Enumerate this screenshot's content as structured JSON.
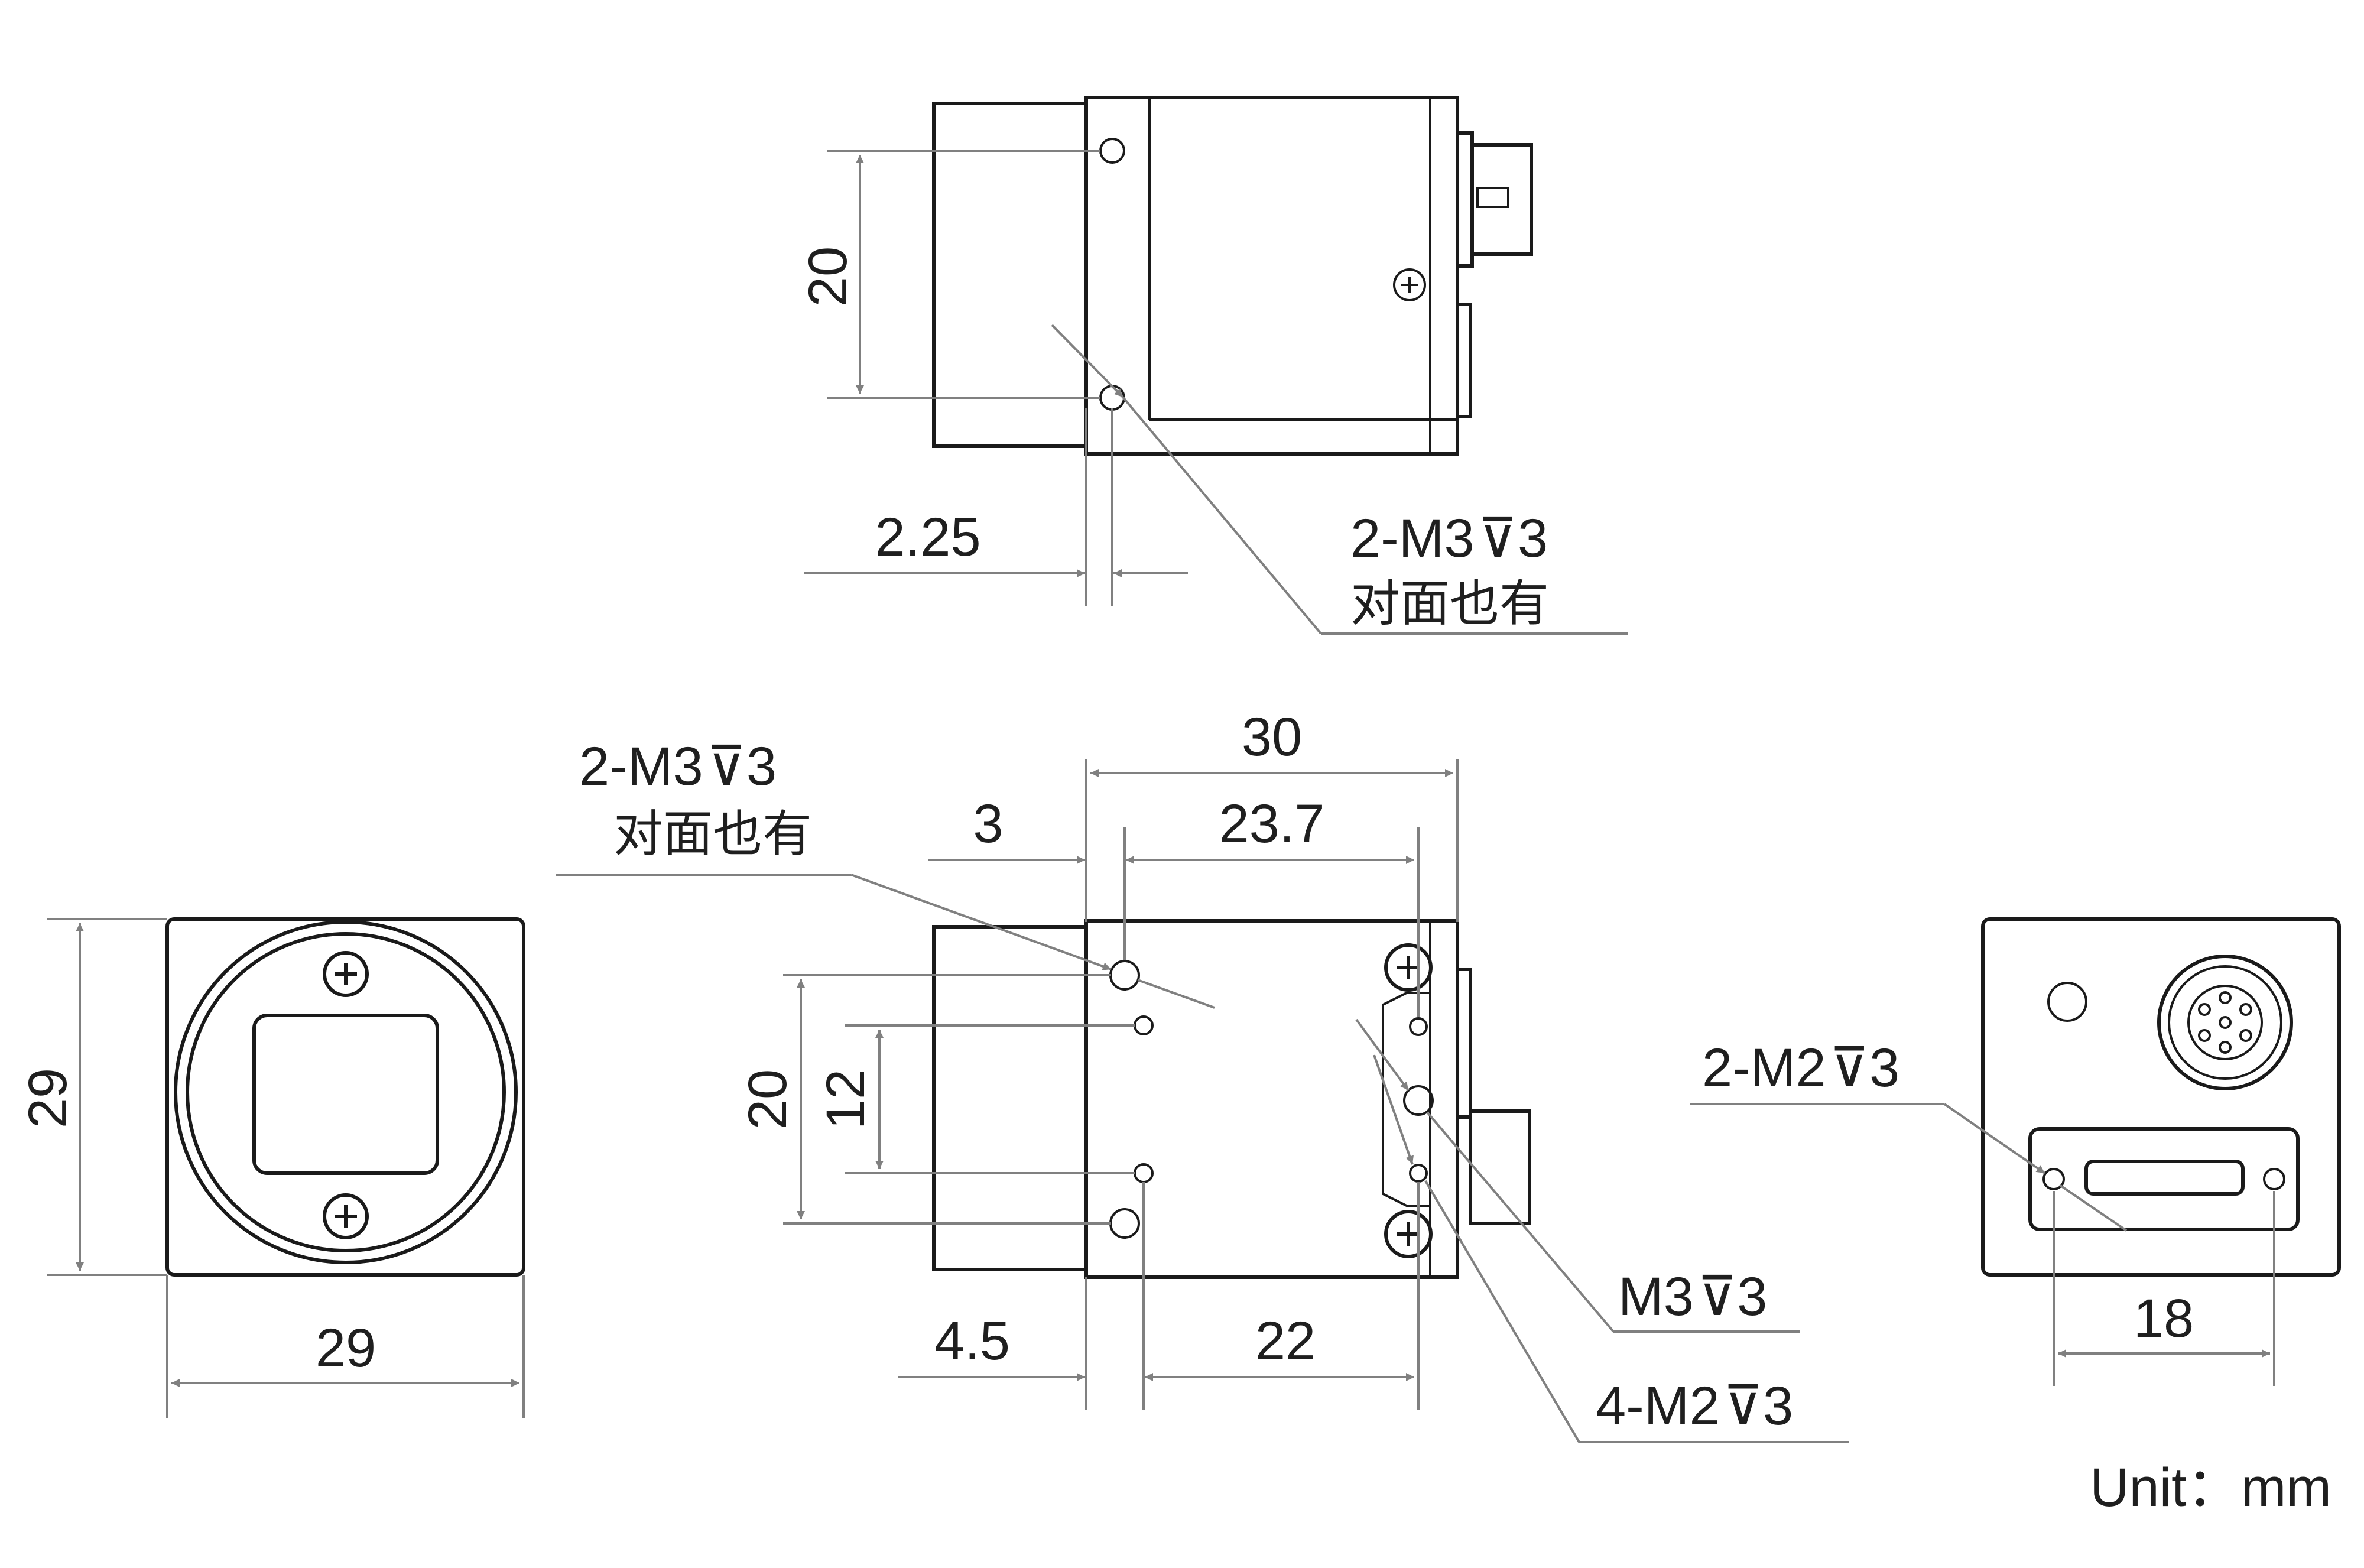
{
  "views": {
    "top": {
      "dim_height": "20",
      "dim_offset": "2.25",
      "callout_line1": "2-M3",
      "callout_depth": "3",
      "callout_line2": "对面也有"
    },
    "front": {
      "dim_height": "29",
      "dim_width": "29"
    },
    "side": {
      "dim_total": "30",
      "dim_offset_top": "3",
      "dim_span_top": "23.7",
      "dim_outer": "20",
      "dim_inner": "12",
      "dim_offset_bottom": "4.5",
      "dim_span_bottom": "22",
      "callout_top_line1": "2-M3",
      "callout_top_depth": "3",
      "callout_top_line2": "对面也有",
      "callout_m3_line": "M3",
      "callout_m3_depth": "3",
      "callout_m2_line": "4-M2",
      "callout_m2_depth": "3"
    },
    "rear": {
      "callout_line": "2-M2",
      "callout_depth": "3",
      "dim_width": "18"
    }
  },
  "unit_label": "Unit：mm"
}
